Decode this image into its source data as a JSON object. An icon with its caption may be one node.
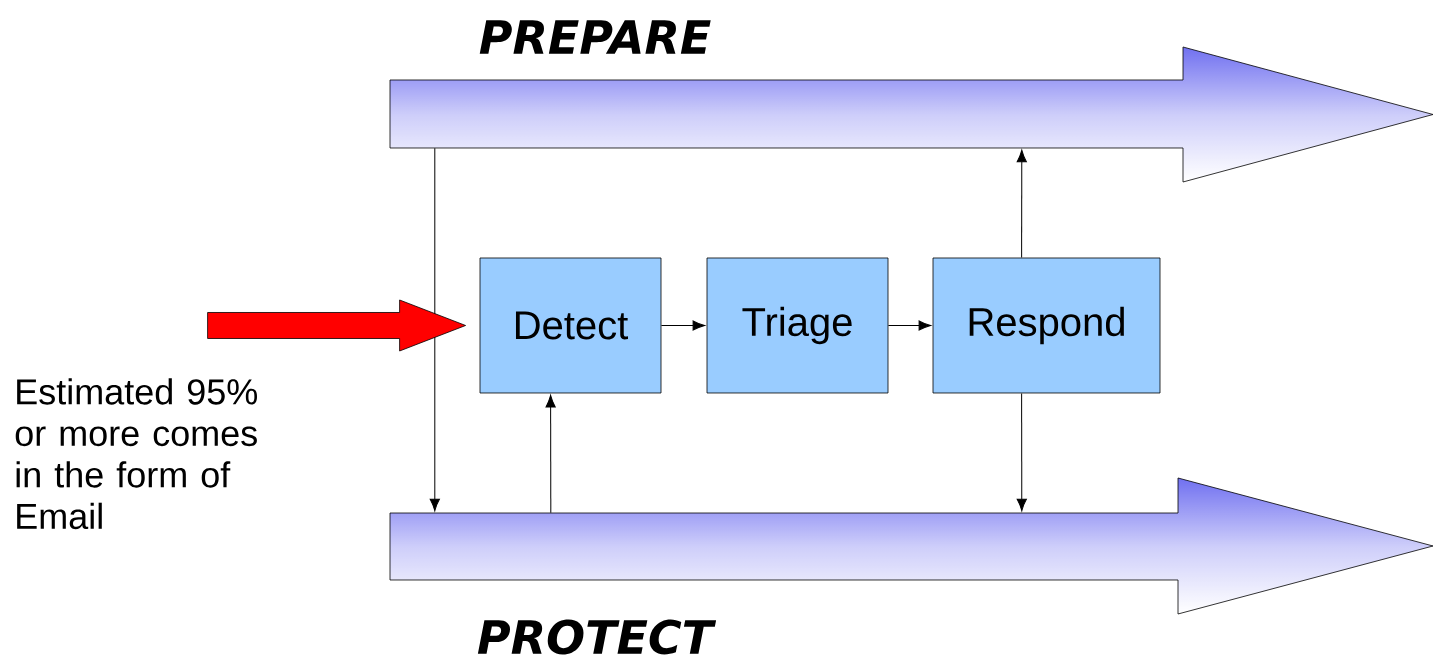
{
  "diagram": {
    "nodes": [
      {
        "text": [
          "PREPARE"
        ]
      },
      {
        "text": [
          "PROTECT"
        ]
      },
      {
        "text": [
          "Detect"
        ]
      },
      {
        "text": [
          "Triage"
        ]
      },
      {
        "text": [
          "Respond"
        ]
      }
    ],
    "edges": [
      {
        "from": 0,
        "to": 1,
        "arrow": "to"
      },
      {
        "from": null,
        "to": 2,
        "arrow": "to",
        "style": "thick",
        "color": "#ff0000"
      },
      {
        "from": 2,
        "to": 3,
        "arrow": "to"
      },
      {
        "from": 3,
        "to": 4,
        "arrow": "to"
      },
      {
        "from": 1,
        "to": 2,
        "arrow": "to"
      },
      {
        "from": 4,
        "to": 0,
        "arrow": "to"
      },
      {
        "from": 4,
        "to": 1,
        "arrow": "to"
      }
    ],
    "labels": [
      "Estimated 95% or more comes in the form of Email"
    ]
  }
}
